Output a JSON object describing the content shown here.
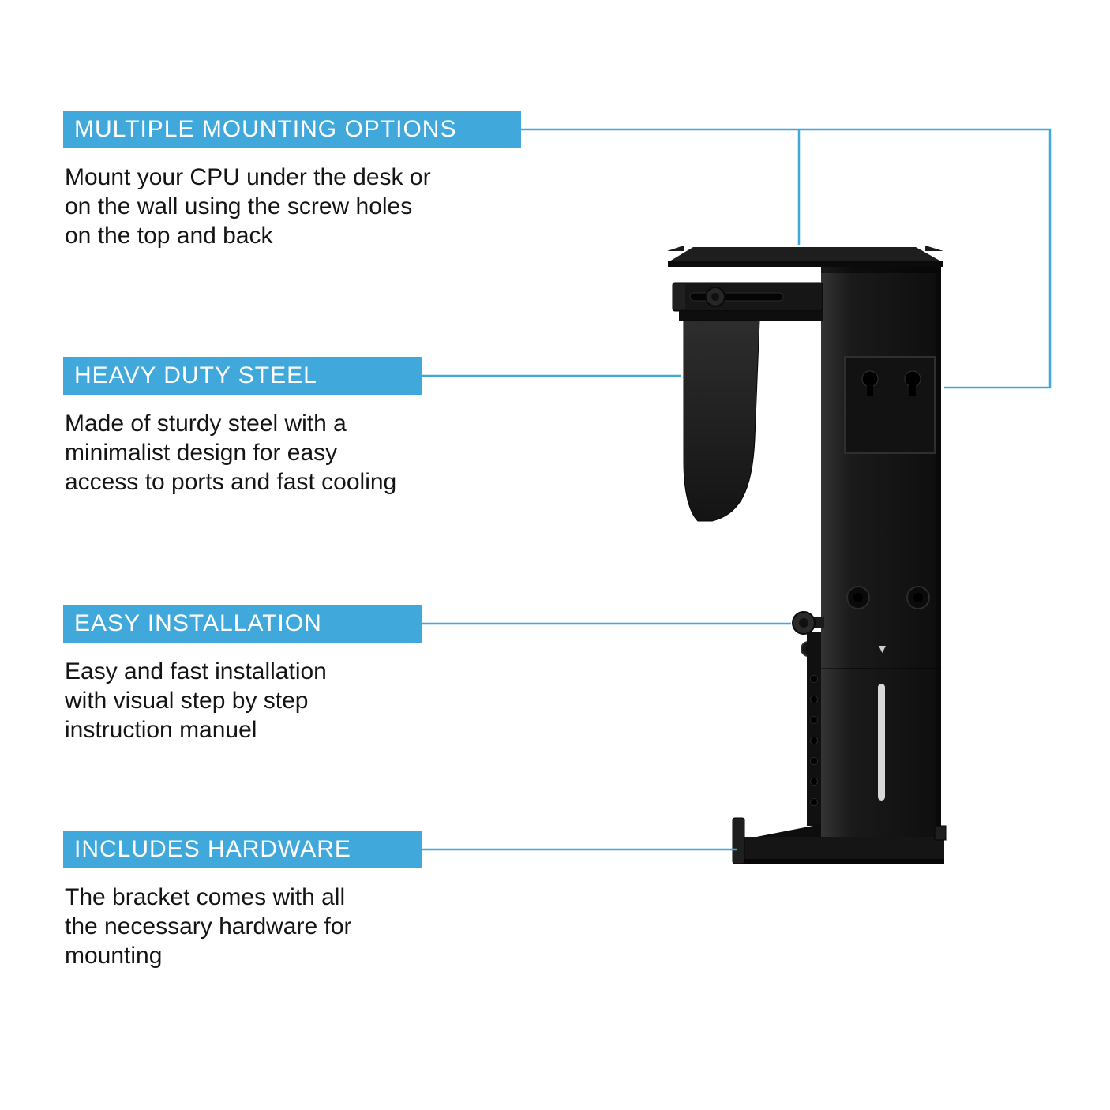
{
  "colors": {
    "accent": "#41A8DC",
    "product": "#161616",
    "text": "#141414",
    "background": "#ffffff"
  },
  "features": [
    {
      "title": "MULTIPLE MOUNTING OPTIONS",
      "description": "Mount your CPU under the desk or\non the wall using the screw holes\non the top and back"
    },
    {
      "title": "HEAVY DUTY STEEL",
      "description": "Made of sturdy steel with a\nminimalist design for easy\naccess to ports and fast cooling"
    },
    {
      "title": "EASY INSTALLATION",
      "description": "Easy and fast installation\nwith visual step by step\ninstruction manuel"
    },
    {
      "title": "INCLUDES HARDWARE",
      "description": "The bracket comes with all\nthe necessary hardware for\nmounting"
    }
  ],
  "product": {
    "image_name": "under-desk-cpu-mount-bracket"
  }
}
